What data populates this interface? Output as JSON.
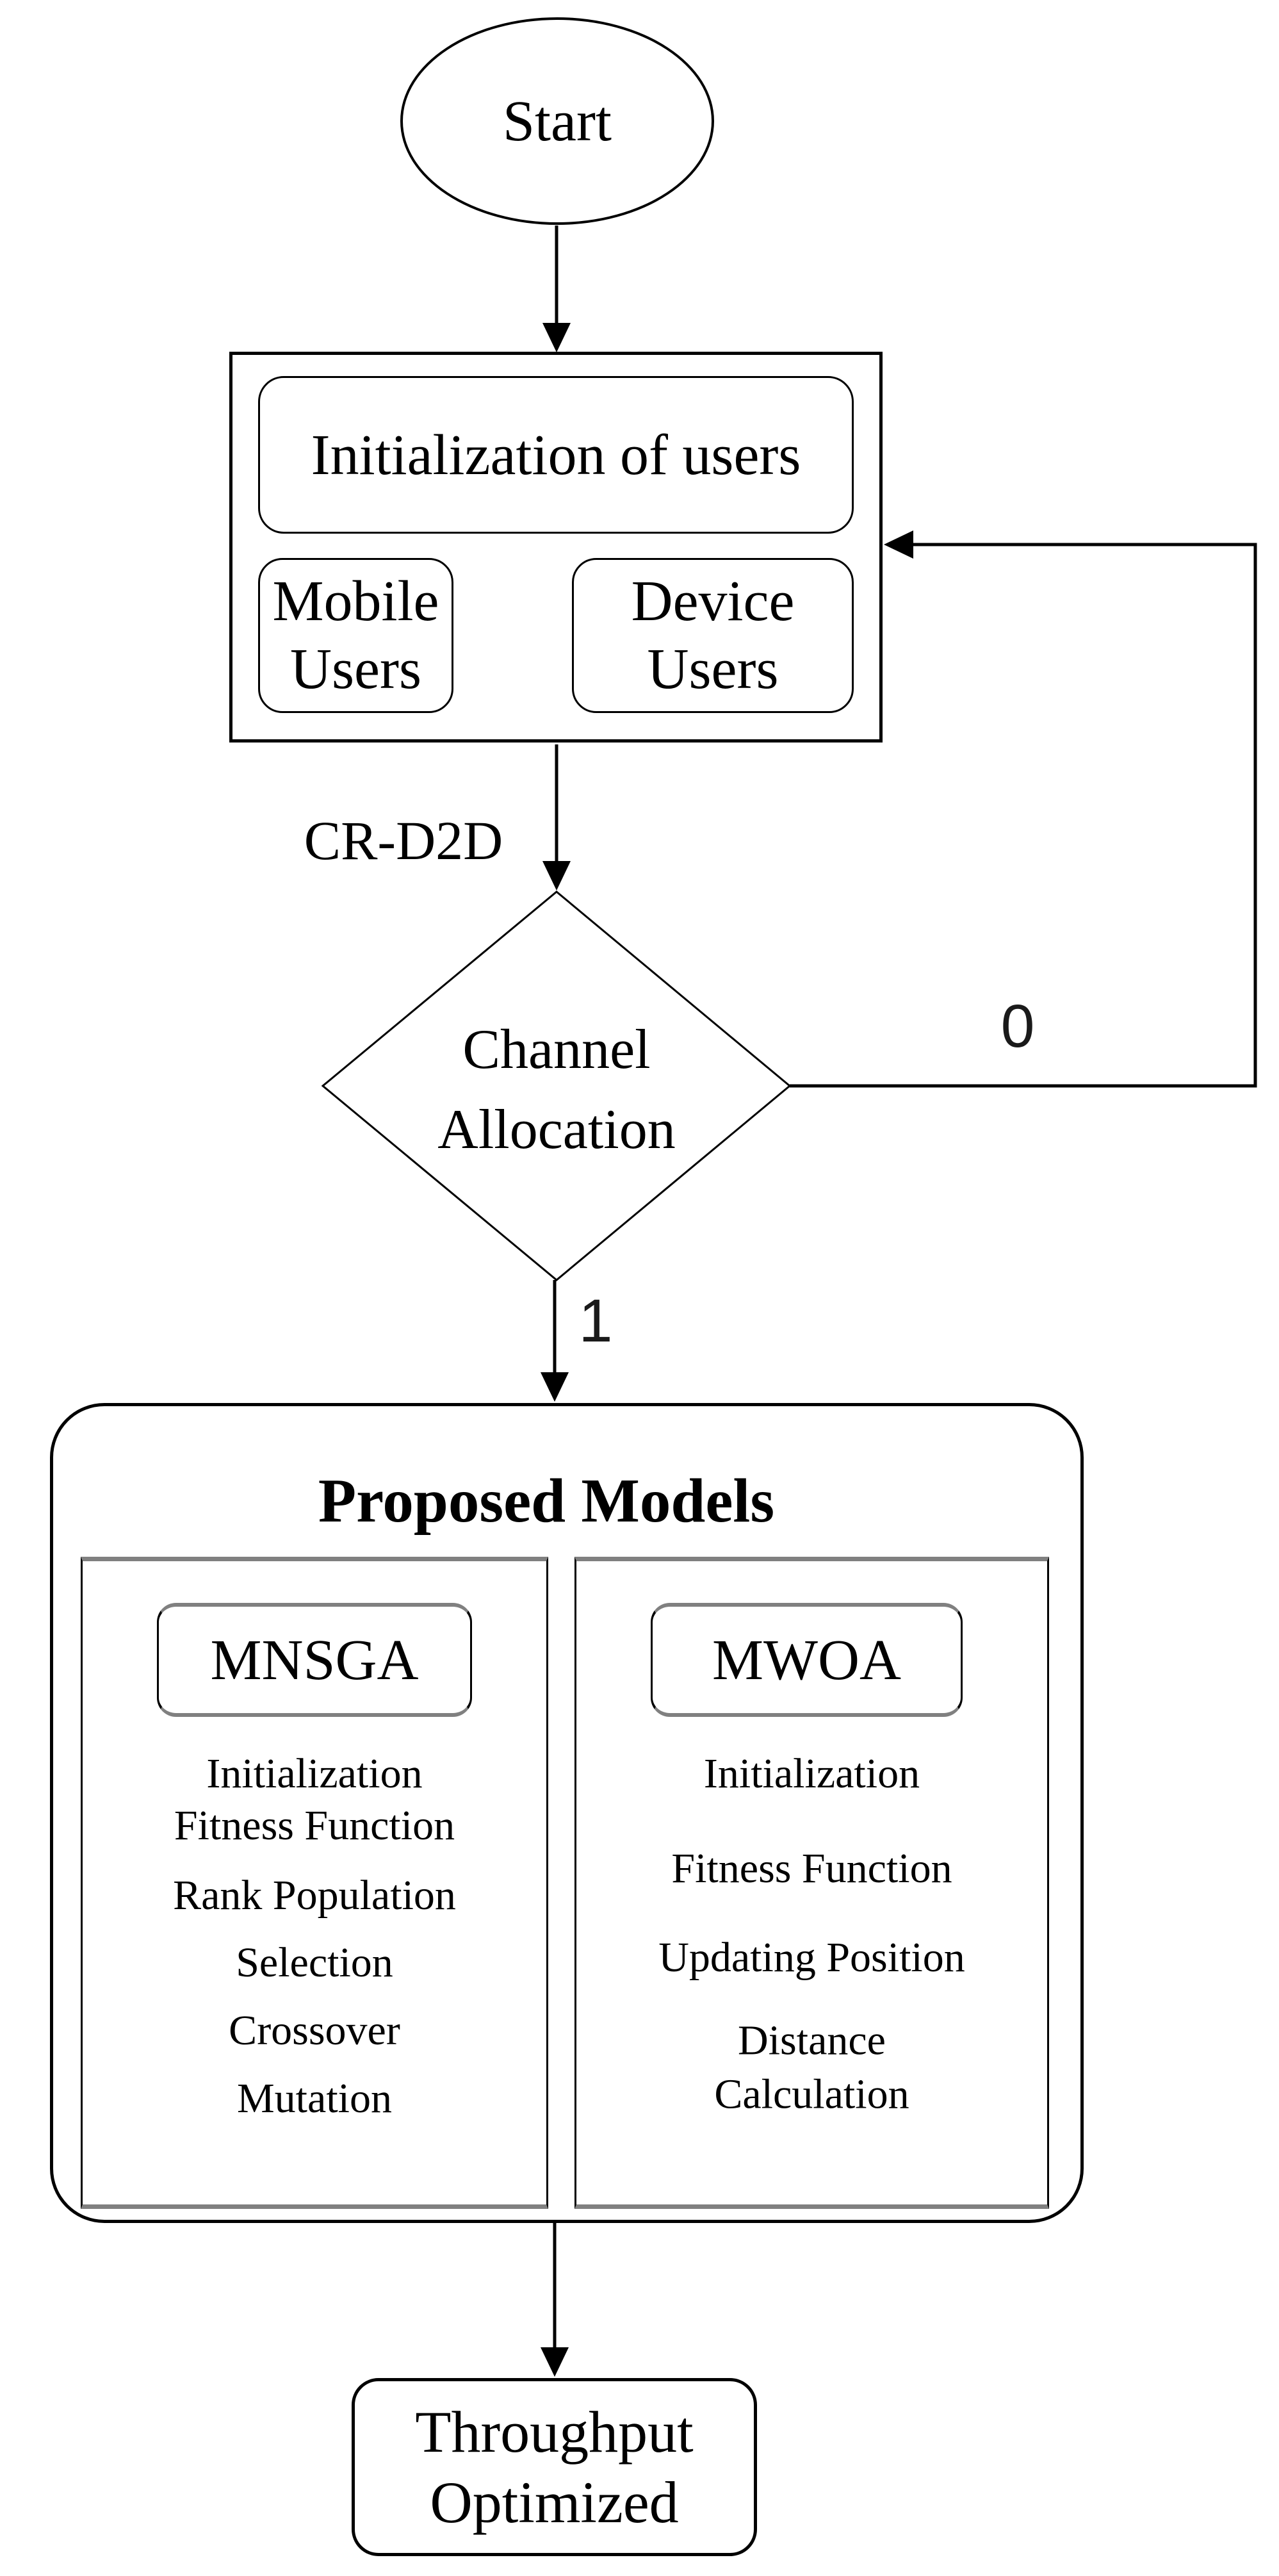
{
  "flowchart": {
    "start_label": "Start",
    "init_group": {
      "title": "Initialization of users",
      "mobile": "Mobile Users",
      "device": "Device Users"
    },
    "labels": {
      "cr_d2d": "CR-D2D",
      "zero": "0",
      "one": "1"
    },
    "decision_label": "Channel Allocation",
    "proposed": {
      "title": "Proposed Models",
      "mnsga": {
        "title": "MNSGA",
        "steps": [
          "Initialization",
          "Fitness Function",
          "Rank Population",
          "Selection",
          "Crossover",
          "Mutation"
        ]
      },
      "mwoa": {
        "title": "MWOA",
        "steps": [
          "Initialization",
          "Fitness Function",
          "Updating Position",
          "Distance Calculation"
        ]
      }
    },
    "end_label": "Throughput Optimized",
    "colors": {
      "stroke": "#000000",
      "panel_accent": "#808080",
      "background": "#ffffff"
    }
  }
}
